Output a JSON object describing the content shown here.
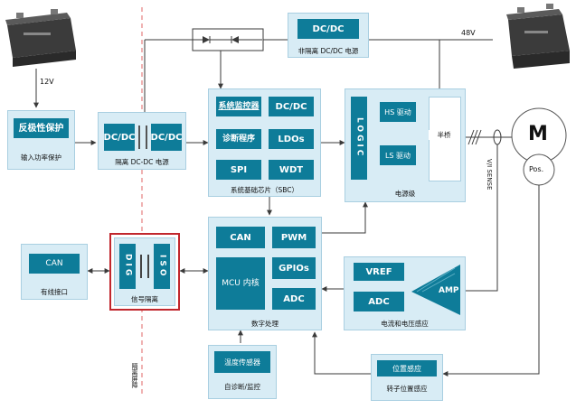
{
  "battery_left": {
    "voltage": "12V"
  },
  "battery_right": {
    "voltage": "48V"
  },
  "input_protection": {
    "tile": "反极性保护",
    "caption": "输入功率保护"
  },
  "isolated_dcdc": {
    "tile_left": "DC/DC",
    "tile_right": "DC/DC",
    "caption": "隔离 DC-DC 电源"
  },
  "non_isolated_dcdc": {
    "tile": "DC/DC",
    "caption": "非隔离 DC/DC 电源"
  },
  "sbc": {
    "tiles": [
      "系统监控器",
      "DC/DC",
      "诊断程序",
      "LDOs",
      "SPI",
      "WDT"
    ],
    "caption": "系统基础芯片（SBC）"
  },
  "driver": {
    "logic": "LOGIC",
    "hs": "HS 驱动",
    "ls": "LS 驱动",
    "half_bridge": "半桥",
    "caption": "电源级"
  },
  "motor": {
    "symbol": "M",
    "position": "Pos."
  },
  "vi_sense": "V/I SENSE",
  "mcu": {
    "tiles": [
      "CAN",
      "PWM",
      "MCU 内核",
      "GPIOs",
      "ADC"
    ],
    "caption": "数字处理"
  },
  "can_interface": {
    "tile": "CAN",
    "caption": "有线接口"
  },
  "signal_isolation": {
    "dig": "DIG",
    "iso": "ISO",
    "caption": "信号隔离"
  },
  "current_voltage_sense": {
    "vref": "VREF",
    "adc": "ADC",
    "amp": "AMP",
    "caption": "电流和电压感应"
  },
  "temp_sensor": {
    "tile": "温度传感器",
    "caption": "自诊断/监控"
  },
  "rotor_sense": {
    "tile": "位置感应",
    "caption": "转子位置感应"
  },
  "isolation_barrier": "隔离屏障",
  "colors": {
    "tile": "#0e7c99",
    "block": "#d8ecf5",
    "highlight": "#c1272d",
    "barrier": "#e06666",
    "wire": "#3a3a3a"
  }
}
